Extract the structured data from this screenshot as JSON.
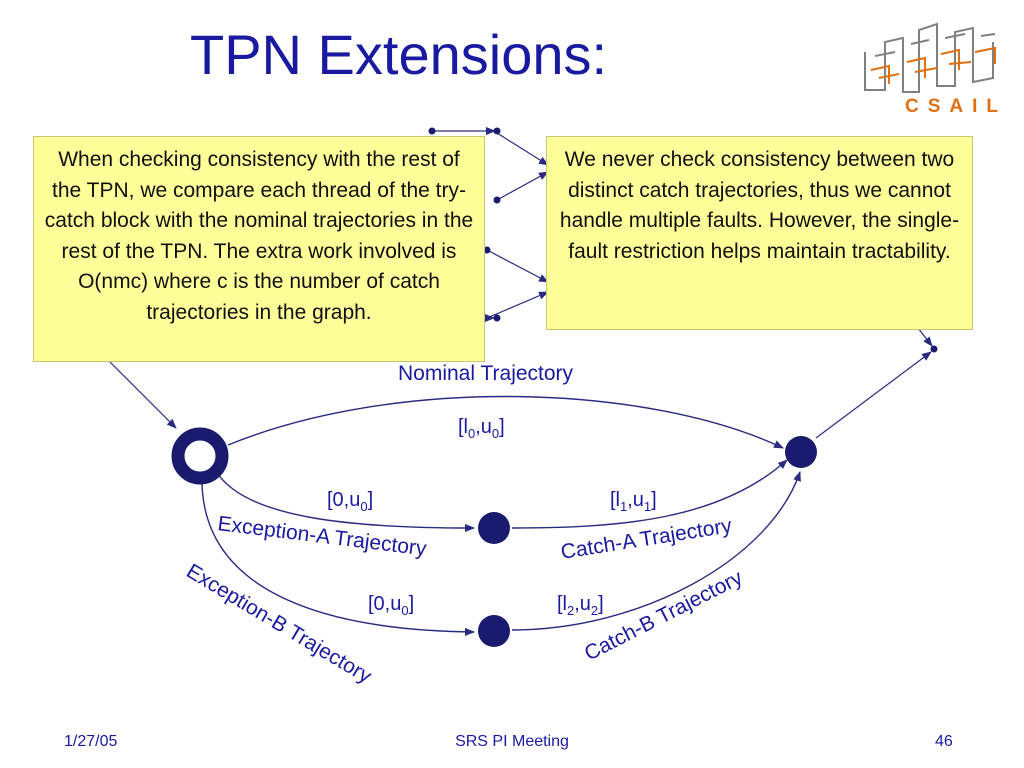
{
  "slide": {
    "title": "TPN Extensions:",
    "footer": {
      "date": "1/27/05",
      "center": "SRS PI Meeting",
      "page": "46"
    },
    "logo": {
      "text": "CSAIL",
      "accent_color": "#e07010"
    }
  },
  "notes": {
    "left": "When checking consistency with the rest of the TPN, we compare each thread of the try-catch block with the nominal trajectories in the rest of the TPN.  The extra work involved is O(nmc) where c is the number of catch trajectories in the graph.",
    "right": "We never check consistency between two distinct catch trajectories, thus we cannot handle multiple faults.  However, the single-fault restriction helps maintain tractability."
  },
  "diagram": {
    "nominal_label": "Nominal Trajectory",
    "nominal_bound": {
      "open": "[l",
      "sub1": "0",
      "mid": ",u",
      "sub2": "0",
      "close": "]"
    },
    "exc_a_label": "Exception-A Trajectory",
    "exc_a_bound": {
      "open": "[0,u",
      "sub": "0",
      "close": "]"
    },
    "catch_a_label": "Catch-A Trajectory",
    "catch_a_bound": {
      "open": "[l",
      "sub1": "1",
      "mid": ",u",
      "sub2": "1",
      "close": "]"
    },
    "exc_b_label": "Exception-B Trajectory",
    "exc_b_bound": {
      "open": "[0,u",
      "sub": "0",
      "close": "]"
    },
    "catch_b_label": "Catch-B Trajectory",
    "catch_b_bound": {
      "open": "[l",
      "sub1": "2",
      "mid": ",u",
      "sub2": "2",
      "close": "]"
    },
    "colors": {
      "node": "#1a1a6e",
      "line": "#2a2a80",
      "text": "#1a1aa0"
    }
  }
}
